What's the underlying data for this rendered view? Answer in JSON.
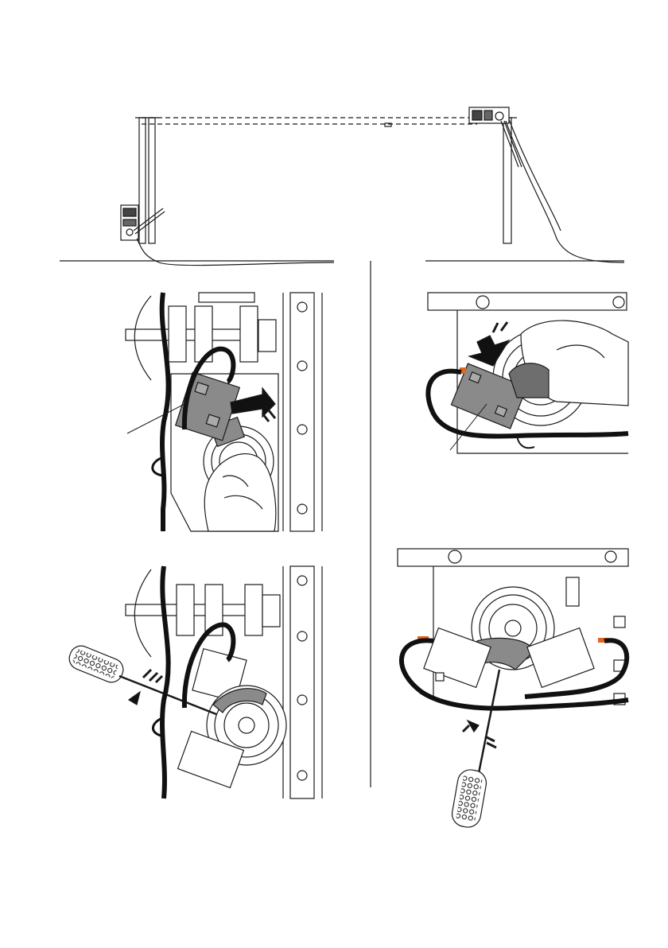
{
  "figure": {
    "panels": [
      {
        "id": "overview",
        "description_visible_text": ""
      },
      {
        "id": "step-a-insert-lock"
      },
      {
        "id": "step-b-rotate-lock"
      },
      {
        "id": "step-c-screwdriver-tighten"
      },
      {
        "id": "step-d-screwdriver-tighten"
      }
    ]
  },
  "colors": {
    "line": "#1a1a1a",
    "cable": "#111111",
    "part_gray": "#8a8a8a",
    "part_dark": "#6e6e6e",
    "accent_orange": "#e2661f",
    "background": "#ffffff"
  },
  "icons": {
    "arrow": "push-arrow-icon",
    "rotate": "rotate-arrow-icon",
    "screwdriver": "screwdriver-icon"
  }
}
